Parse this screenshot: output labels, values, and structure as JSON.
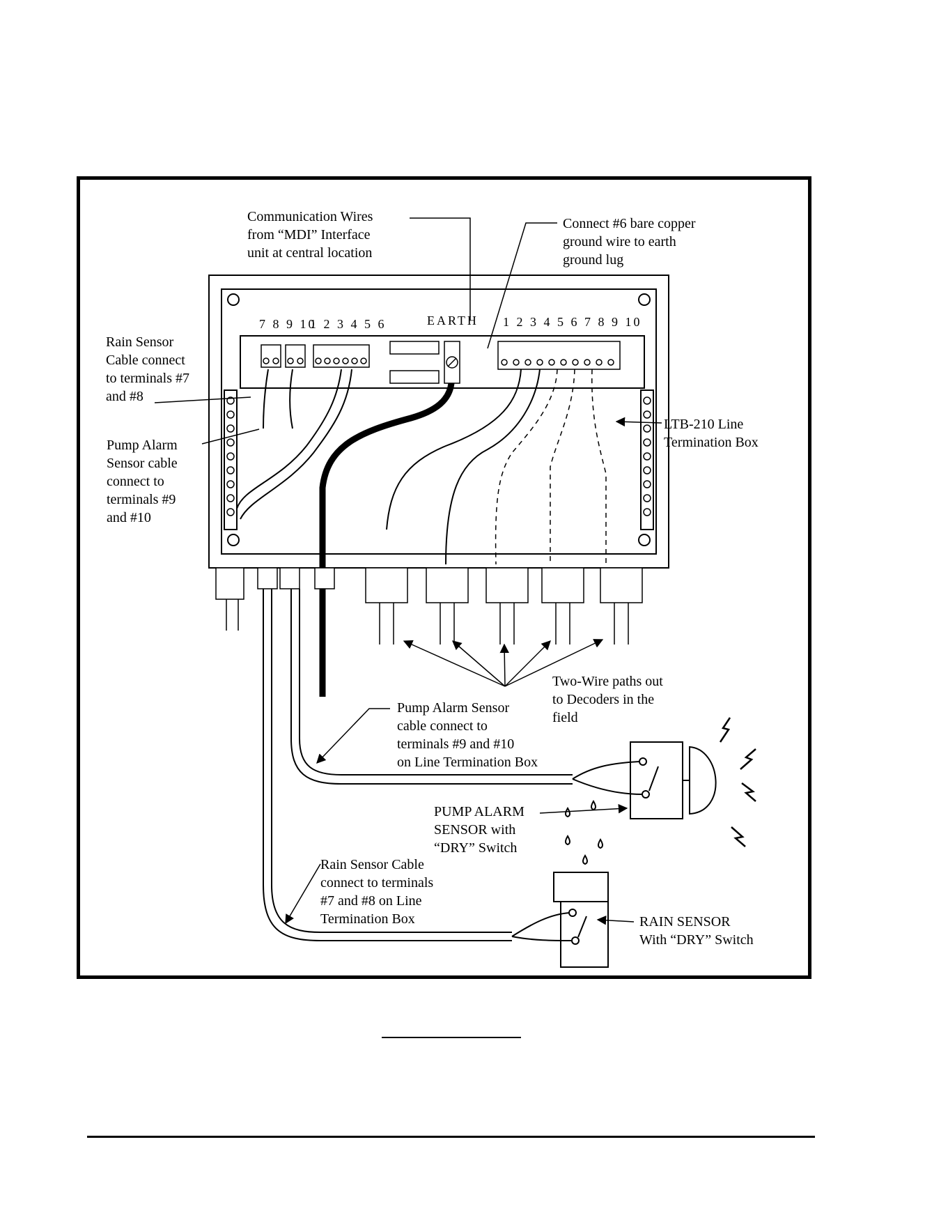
{
  "labels": {
    "comm_wires": "Communication Wires\nfrom “MDI” Interface\nunit at central location",
    "ground": "Connect #6 bare copper\nground wire to earth\nground lug",
    "rain_sensor_cable_top": "Rain Sensor\nCable connect\nto terminals #7\nand #8",
    "pump_alarm_cable_top": "Pump Alarm\nSensor cable\nconnect to\nterminals #9\nand #10",
    "ltb": "LTB-210 Line\nTermination Box",
    "two_wire": "Two-Wire paths out\nto Decoders in the\nfield",
    "pump_alarm_cable_bottom": "Pump Alarm Sensor\ncable connect to\nterminals #9 and #10\non Line Termination Box",
    "pump_alarm_sensor": "PUMP ALARM\nSENSOR with\n“DRY” Switch",
    "rain_sensor_cable_bottom": "Rain Sensor Cable\nconnect to terminals\n#7 and #8 on Line\nTermination Box",
    "rain_sensor": "RAIN SENSOR\nWith “DRY” Switch"
  },
  "terminals": {
    "left_group_a": "7 8 9 10",
    "left_group_b": "1 2 3 4 5 6",
    "earth": "EARTH",
    "right_group": "1 2 3 4 5 6 7 8 9 10"
  }
}
